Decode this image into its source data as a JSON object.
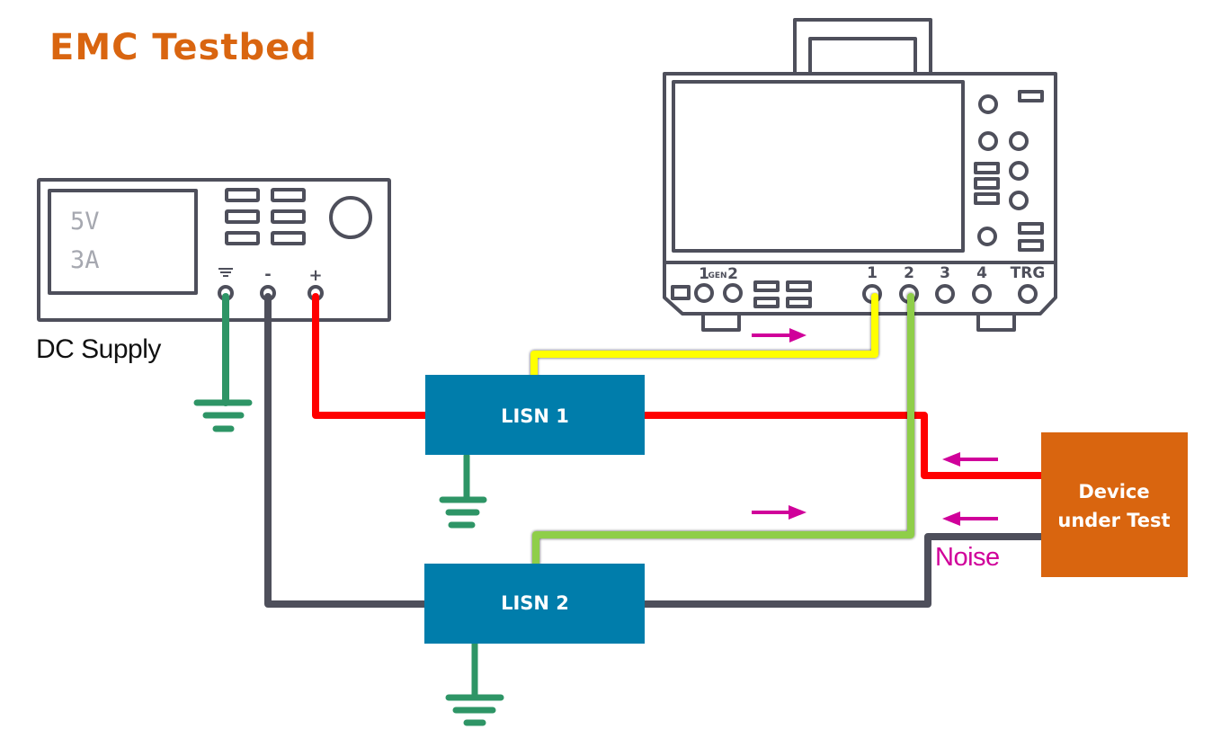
{
  "title": "EMC Testbed",
  "colors": {
    "title": "#d96510",
    "device_outline": "#4e4f5b",
    "lisn_fill": "#007dab",
    "dut_fill": "#d9650f",
    "ground": "#2e9566",
    "wire_positive": "#ff0000",
    "wire_negative": "#4e4f5b",
    "probe_ch1": "#ffff00",
    "probe_ch2": "#8fce4a",
    "arrow": "#d0009a",
    "noise_text": "#d0009a"
  },
  "dc_supply": {
    "label": "DC Supply",
    "display_voltage": "5V",
    "display_current": "3A",
    "terminals": [
      {
        "name": "ground",
        "symbol": "≣"
      },
      {
        "name": "negative",
        "symbol": "-"
      },
      {
        "name": "positive",
        "symbol": "+"
      }
    ]
  },
  "oscilloscope": {
    "gen_label": "GEN",
    "gen_outputs": [
      "1",
      "2"
    ],
    "channels": [
      "1",
      "2",
      "3",
      "4",
      "TRG"
    ]
  },
  "lisn1": {
    "label": "LISN 1"
  },
  "lisn2": {
    "label": "LISN 2"
  },
  "dut": {
    "line1": "Device",
    "line2": "under Test"
  },
  "noise_label": "Noise",
  "arrows": [
    {
      "name": "ch1-signal-arrow",
      "direction": "right"
    },
    {
      "name": "dut-positive-arrow",
      "direction": "left"
    },
    {
      "name": "ch2-signal-arrow",
      "direction": "right"
    },
    {
      "name": "dut-negative-arrow",
      "direction": "left"
    }
  ]
}
